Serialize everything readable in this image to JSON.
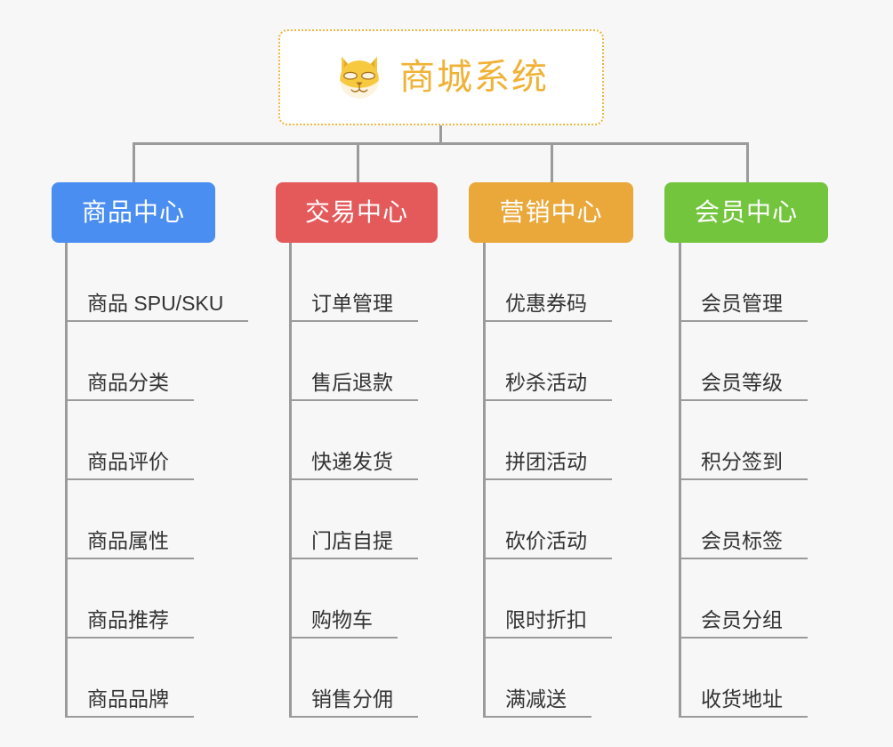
{
  "diagram": {
    "type": "mind-map",
    "background_color": "#f7f7f7",
    "root": {
      "title": "商城系统",
      "icon": "shiba-dog-face-icon",
      "text_color": "#f0b236",
      "border_color": "#f2b73d",
      "fill_color": "#ffffff"
    },
    "connector_color": "#9b9b9b",
    "branches": [
      {
        "label": "商品中心",
        "color": "#4a8ef2",
        "items": [
          "商品 SPU/SKU",
          "商品分类",
          "商品评价",
          "商品属性",
          "商品推荐",
          "商品品牌"
        ]
      },
      {
        "label": "交易中心",
        "color": "#e4595a",
        "items": [
          "订单管理",
          "售后退款",
          "快递发货",
          "门店自提",
          "购物车",
          "销售分佣"
        ]
      },
      {
        "label": "营销中心",
        "color": "#eaa83a",
        "items": [
          "优惠券码",
          "秒杀活动",
          "拼团活动",
          "砍价活动",
          "限时折扣",
          "满减送"
        ]
      },
      {
        "label": "会员中心",
        "color": "#74c53e",
        "items": [
          "会员管理",
          "会员等级",
          "积分签到",
          "会员标签",
          "会员分组",
          "收货地址"
        ]
      }
    ]
  }
}
